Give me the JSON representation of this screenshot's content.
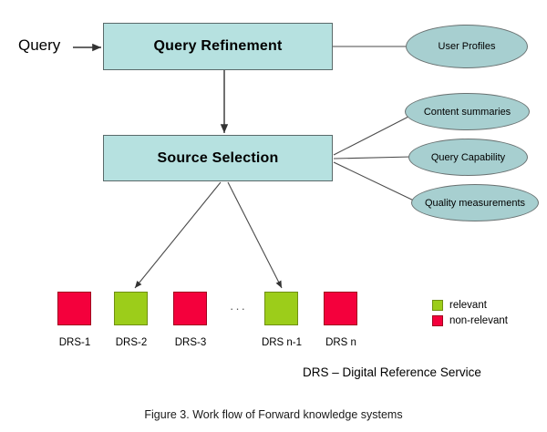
{
  "figure": {
    "caption": "Figure 3. Work flow of Forward knowledge systems",
    "note": "DRS – Digital Reference Service",
    "input_label": "Query"
  },
  "colors": {
    "process_fill": "#b6e1e0",
    "process_stroke": "#5a6a6a",
    "datastore_fill": "#a7cfd0",
    "datastore_stroke": "#6a7272",
    "relevant": "#9ccd1a",
    "non_relevant": "#f4003c",
    "connector": "#4a4a4a",
    "background": "#ffffff"
  },
  "processes": [
    {
      "id": "query-refinement",
      "label": "Query Refinement"
    },
    {
      "id": "source-selection",
      "label": "Source Selection"
    }
  ],
  "datastores": [
    {
      "id": "user-profiles",
      "label": "User Profiles"
    },
    {
      "id": "content-summaries",
      "label": "Content summaries"
    },
    {
      "id": "query-capability",
      "label": "Query Capability"
    },
    {
      "id": "quality-measurements",
      "label": "Quality measurements"
    }
  ],
  "drs_nodes": [
    {
      "id": "drs-1",
      "label": "DRS-1",
      "state": "non-relevant",
      "selected": false
    },
    {
      "id": "drs-2",
      "label": "DRS-2",
      "state": "relevant",
      "selected": true
    },
    {
      "id": "drs-3",
      "label": "DRS-3",
      "state": "non-relevant",
      "selected": false
    },
    {
      "id": "drs-n-1",
      "label": "DRS n-1",
      "state": "relevant",
      "selected": true
    },
    {
      "id": "drs-n",
      "label": "DRS n",
      "state": "non-relevant",
      "selected": false
    }
  ],
  "ellipsis": "···",
  "legend": {
    "items": [
      {
        "id": "relevant",
        "label": "relevant",
        "swatch": "relevant"
      },
      {
        "id": "non-relevant",
        "label": "non-relevant",
        "swatch": "non-relevant"
      }
    ]
  },
  "chart_data": {
    "type": "diagram",
    "title": "Figure 3. Work flow of Forward knowledge systems",
    "nodes": [
      {
        "id": "query",
        "kind": "input-label",
        "label": "Query"
      },
      {
        "id": "query-refinement",
        "kind": "process",
        "label": "Query Refinement"
      },
      {
        "id": "source-selection",
        "kind": "process",
        "label": "Source Selection"
      },
      {
        "id": "user-profiles",
        "kind": "datastore",
        "label": "User Profiles"
      },
      {
        "id": "content-summaries",
        "kind": "datastore",
        "label": "Content summaries"
      },
      {
        "id": "query-capability",
        "kind": "datastore",
        "label": "Query Capability"
      },
      {
        "id": "quality-measurements",
        "kind": "datastore",
        "label": "Quality measurements"
      },
      {
        "id": "drs-1",
        "kind": "service",
        "label": "DRS-1",
        "state": "non-relevant"
      },
      {
        "id": "drs-2",
        "kind": "service",
        "label": "DRS-2",
        "state": "relevant"
      },
      {
        "id": "drs-3",
        "kind": "service",
        "label": "DRS-3",
        "state": "non-relevant"
      },
      {
        "id": "drs-n-1",
        "kind": "service",
        "label": "DRS n-1",
        "state": "relevant"
      },
      {
        "id": "drs-n",
        "kind": "service",
        "label": "DRS n",
        "state": "non-relevant"
      }
    ],
    "edges": [
      {
        "from": "query",
        "to": "query-refinement",
        "arrow": true
      },
      {
        "from": "query-refinement",
        "to": "source-selection",
        "arrow": true
      },
      {
        "from": "query-refinement",
        "to": "user-profiles",
        "arrow": false
      },
      {
        "from": "source-selection",
        "to": "content-summaries",
        "arrow": false
      },
      {
        "from": "source-selection",
        "to": "query-capability",
        "arrow": false
      },
      {
        "from": "source-selection",
        "to": "quality-measurements",
        "arrow": false
      },
      {
        "from": "source-selection",
        "to": "drs-2",
        "arrow": true
      },
      {
        "from": "source-selection",
        "to": "drs-n-1",
        "arrow": true
      }
    ]
  }
}
